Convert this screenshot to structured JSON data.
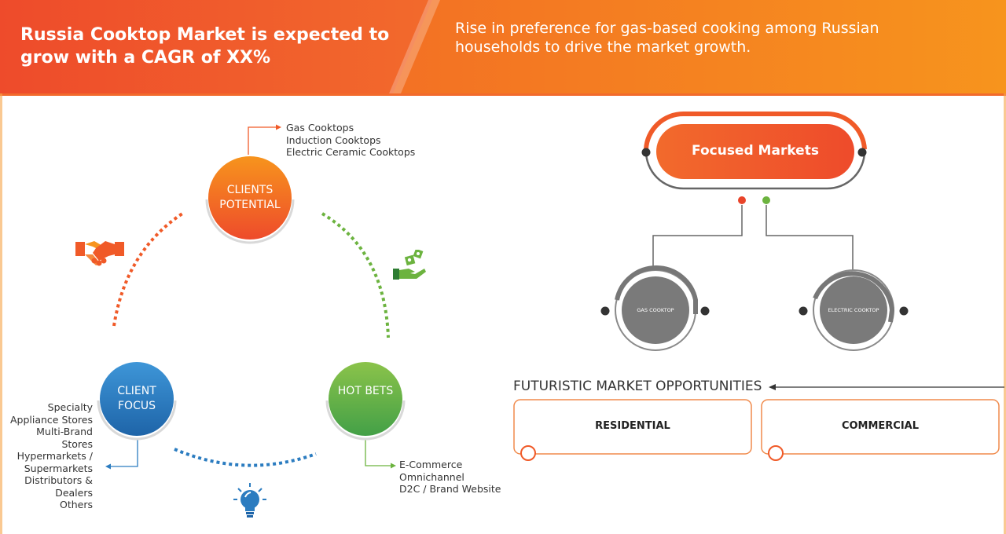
{
  "header": {
    "title": "Russia Cooktop Market is expected to grow with a CAGR of XX%",
    "subtitle": "Rise in preference for gas-based cooking among Russian households to drive the market growth."
  },
  "clients_potential": {
    "label": "CLIENTS POTENTIAL",
    "items": [
      "Gas Cooktops",
      "Induction Cooktops",
      "Electric Ceramic Cooktops"
    ]
  },
  "client_focus": {
    "label": "CLIENT FOCUS",
    "items": [
      "Specialty",
      "Appliance Stores",
      "Multi-Brand",
      "Stores",
      "Hypermarkets /",
      "Supermarkets",
      "Distributors &",
      "Dealers",
      "Others"
    ]
  },
  "hot_bets": {
    "label": "HOT BETS",
    "items": [
      "E-Commerce",
      "Omnichannel",
      "D2C / Brand Website"
    ]
  },
  "focused_markets": {
    "title": "Focused Markets",
    "segments": [
      "GAS COOKTOP",
      "ELECTRIC COOKTOP"
    ]
  },
  "futuristic": {
    "title": "FUTURISTIC MARKET OPPORTUNITIES",
    "cards": [
      "RESIDENTIAL",
      "COMMERCIAL"
    ]
  },
  "icons": [
    "handshake-icon",
    "money-hand-icon",
    "lightbulb-icon"
  ],
  "colors": {
    "orange": "#F0562A",
    "amber": "#F7941D",
    "green": "#6CB33F",
    "blue": "#2B7CC0",
    "grey": "#7A7A7A"
  }
}
